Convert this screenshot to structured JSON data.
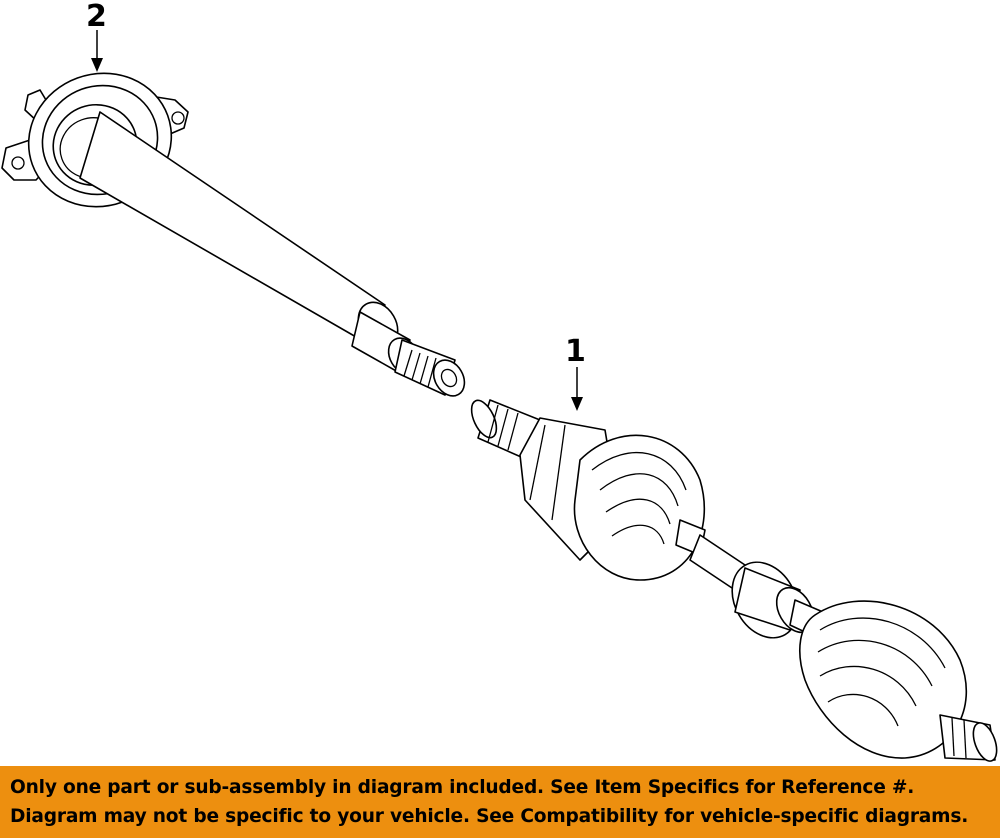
{
  "callouts": {
    "part_1": "1",
    "part_2": "2"
  },
  "banner": {
    "line1": "Only one part or sub-assembly in diagram included. See Item Specifics for Reference #.",
    "line2": "Diagram may not be specific to your vehicle. See Compatibility for vehicle-specific diagrams.",
    "background_color": "#ed8f0f"
  }
}
